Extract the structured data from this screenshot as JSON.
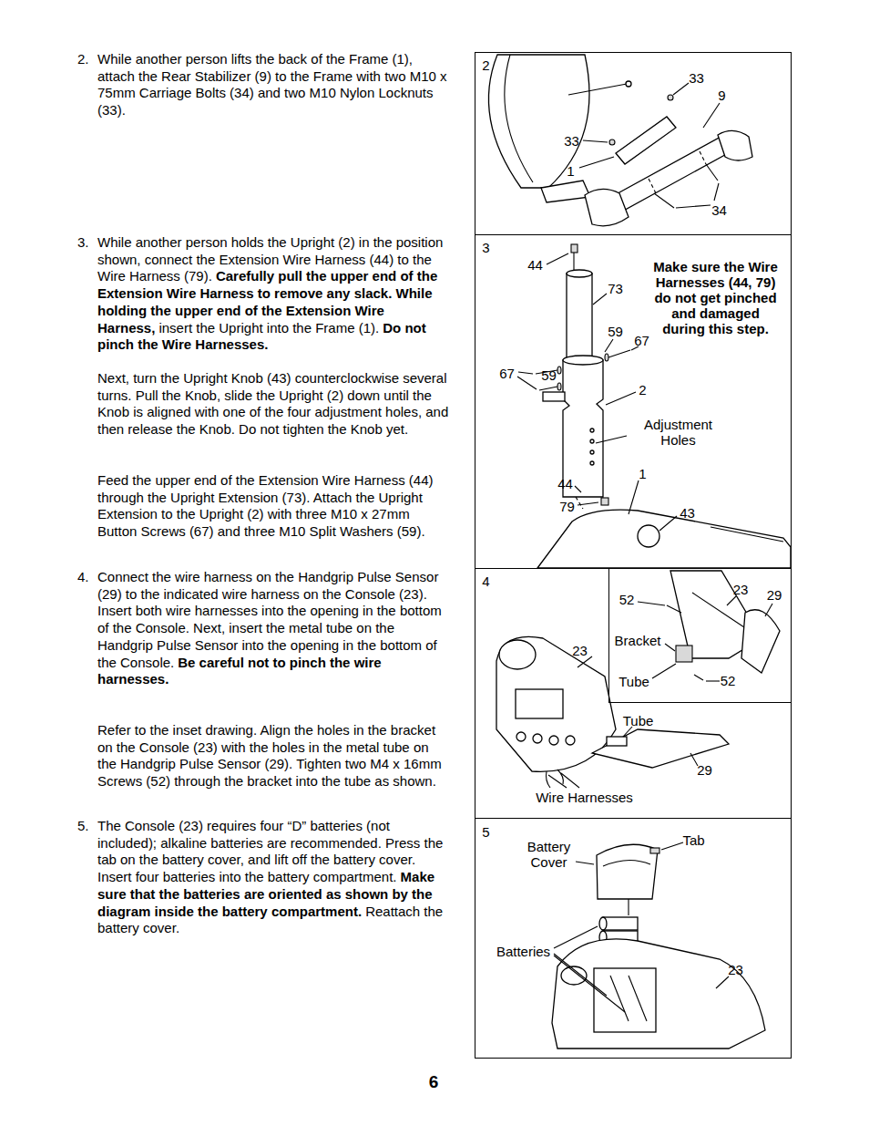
{
  "diagram": {
    "nodes": [
      {
        "text": [
          "2",
          "33",
          "9",
          "33",
          "1",
          "34"
        ]
      },
      {
        "text": [
          "3",
          "44",
          "Make sure the Wire Harnesses (44, 79) do not get pinched and damaged during this step.",
          "73",
          "59",
          "67",
          "67",
          "59",
          "2",
          "Adjustment Holes",
          "1",
          "44",
          "79",
          "43"
        ]
      },
      {
        "text": [
          "4",
          "23",
          "Tube",
          "29",
          "Wire Harnesses"
        ]
      },
      {
        "text": [
          "52",
          "23",
          "29",
          "Bracket",
          "Tube",
          "52"
        ],
        "in": 2
      },
      {
        "text": [
          "5",
          "Tab",
          "Battery Cover",
          "Batteries",
          "23"
        ]
      }
    ],
    "edges": [],
    "labels": [
      "2.",
      "While another person lifts the back of the Frame (1), attach the Rear Stabilizer (9) to the Frame with two M10 x 75mm Carriage Bolts (34) and two M10 Nylon Locknuts (33).",
      "3.",
      "While another person holds the Upright (2) in the position shown, connect the Extension Wire Harness (44) to the Wire Harness (79).",
      "Carefully pull the upper end of the Extension Wire Harness to remove any slack. While holding the upper end of the Extension Wire Harness,",
      "insert the Upright into the Frame (1).",
      "Do not pinch the Wire Harnesses.",
      "Next, turn the Upright Knob (43) counterclockwise several turns. Pull the Knob, slide the Upright (2) down until the Knob is aligned with one of the four adjustment holes, and then release the Knob. Do not tighten the Knob yet.",
      "Feed the upper end of the Extension Wire Harness (44) through the Upright Extension (73). Attach the Upright Extension to the Upright (2) with three M10 x 27mm Button Screws (67) and three M10 Split Washers (59).",
      "4.",
      "Connect the wire harness on the Handgrip Pulse Sensor (29) to the indicated wire harness on the Console (23). Insert both wire harnesses into the opening in the bottom of the Console. Next, insert the metal tube on the Handgrip Pulse Sensor into the opening in the bottom of the Console.",
      "Be careful not to pinch the wire harnesses.",
      "Refer to the inset drawing. Align the holes in the bracket on the Console (23) with the holes in the metal tube on the Handgrip Pulse Sensor (29). Tighten two M4 x 16mm Screws (52) through the bracket into the tube as shown.",
      "5.",
      "The Console (23) requires four “D” batteries (not included); alkaline batteries are recommended. Press the tab on the battery cover, and lift off the battery cover. Insert four batteries into the battery compartment.",
      "Make sure that the batteries are oriented as shown by the diagram inside the battery compartment.",
      "Reattach the battery cover.",
      "6"
    ]
  }
}
